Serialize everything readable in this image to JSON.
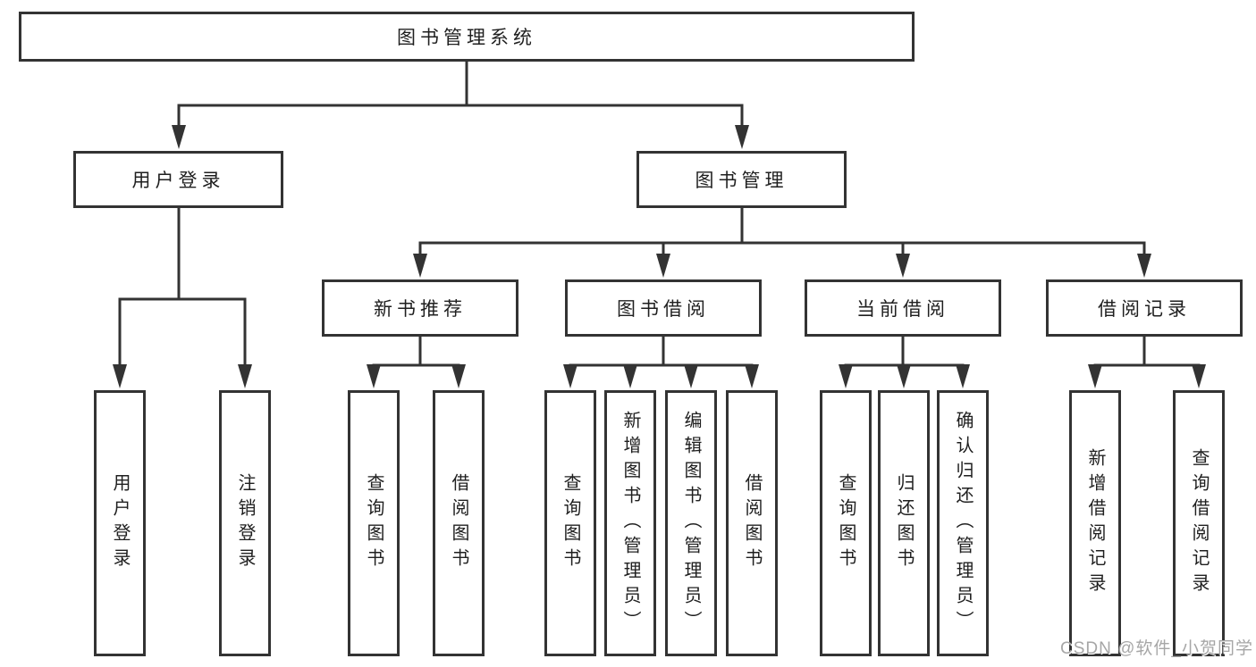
{
  "diagram": {
    "colors": {
      "line": "#333333",
      "box_border": "#333333",
      "box_fill": "#ffffff",
      "text": "#1f1f1f",
      "watermark": "#a6a6a6"
    },
    "tree": {
      "label": "图书管理系统",
      "children": [
        {
          "label": "用户登录",
          "children": [
            {
              "label": "用户登录"
            },
            {
              "label": "注销登录"
            }
          ]
        },
        {
          "label": "图书管理",
          "children": [
            {
              "label": "新书推荐",
              "children": [
                {
                  "label": "查询图书"
                },
                {
                  "label": "借阅图书"
                }
              ]
            },
            {
              "label": "图书借阅",
              "children": [
                {
                  "label": "查询图书"
                },
                {
                  "label": "新增图书（管理员）"
                },
                {
                  "label": "编辑图书（管理员）"
                },
                {
                  "label": "借阅图书"
                }
              ]
            },
            {
              "label": "当前借阅",
              "children": [
                {
                  "label": "查询图书"
                },
                {
                  "label": "归还图书"
                },
                {
                  "label": "确认归还（管理员）"
                }
              ]
            },
            {
              "label": "借阅记录",
              "children": [
                {
                  "label": "新增借阅记录"
                },
                {
                  "label": "查询借阅记录"
                }
              ]
            }
          ]
        }
      ]
    }
  },
  "watermark": {
    "text": "CSDN @软件_小贺同学"
  }
}
